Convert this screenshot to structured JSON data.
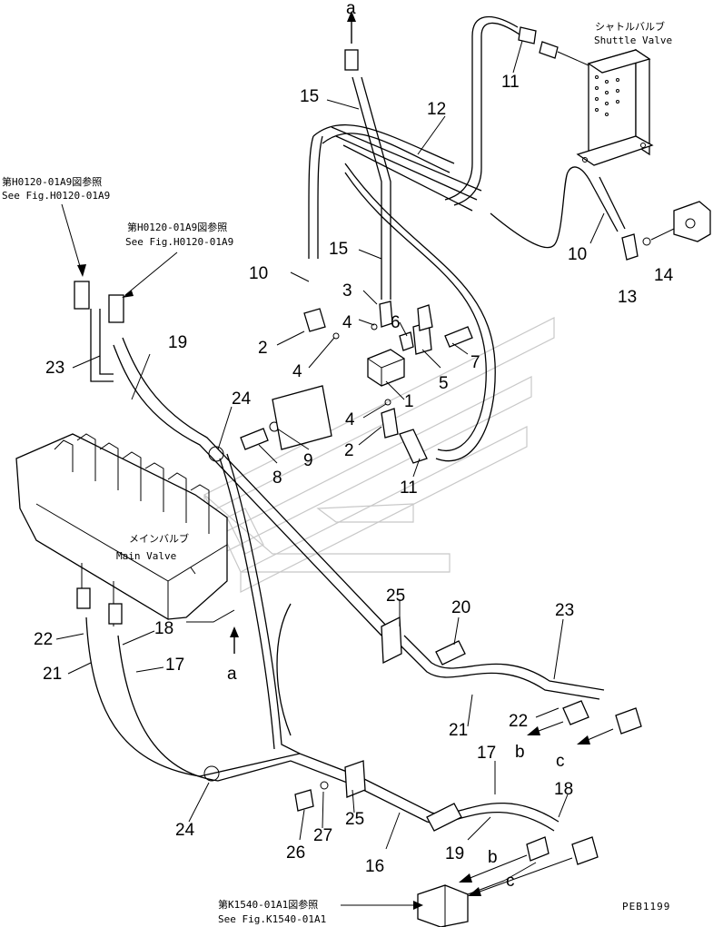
{
  "shuttle_valve": {
    "label_jp": "シャトルバルブ",
    "label_en": "Shuttle Valve"
  },
  "main_valve": {
    "label_jp": "メインバルブ",
    "label_en": "Main Valve"
  },
  "references": {
    "fig_a_jp": "第H0120-01A9図参照",
    "fig_a_en": "See Fig.H0120-01A9",
    "fig_b_jp": "第H0120-01A9図参照",
    "fig_b_en": "See Fig.H0120-01A9",
    "fig_c_jp": "第K1540-01A1図参照",
    "fig_c_en": "See Fig.K1540-01A1"
  },
  "drawing_code": "PEB1199",
  "connection_letters": {
    "a_top": "a",
    "a_bottom": "a",
    "b_right": "b",
    "c_right": "c",
    "b_bottom": "b",
    "c_bottom": "c"
  },
  "callouts": {
    "n15a": "15",
    "n12": "12",
    "n11a": "11",
    "n10a": "10",
    "n15b": "15",
    "n10b": "10",
    "n14": "14",
    "n13": "13",
    "n3": "3",
    "n4a": "4",
    "n6": "6",
    "n2a": "2",
    "n4b": "4",
    "n7": "7",
    "n5": "5",
    "n19a": "19",
    "n23a": "23",
    "n24a": "24",
    "n1": "1",
    "n4c": "4",
    "n2b": "2",
    "n9": "9",
    "n8": "8",
    "n11b": "11",
    "n25a": "25",
    "n20": "20",
    "n23b": "23",
    "n18a": "18",
    "n22a": "22",
    "n21a": "21",
    "n17a": "17",
    "n22b": "22",
    "n21b": "21",
    "n17b": "17",
    "n18b": "18",
    "n24b": "24",
    "n26": "26",
    "n27": "27",
    "n25b": "25",
    "n16": "16",
    "n19b": "19"
  }
}
